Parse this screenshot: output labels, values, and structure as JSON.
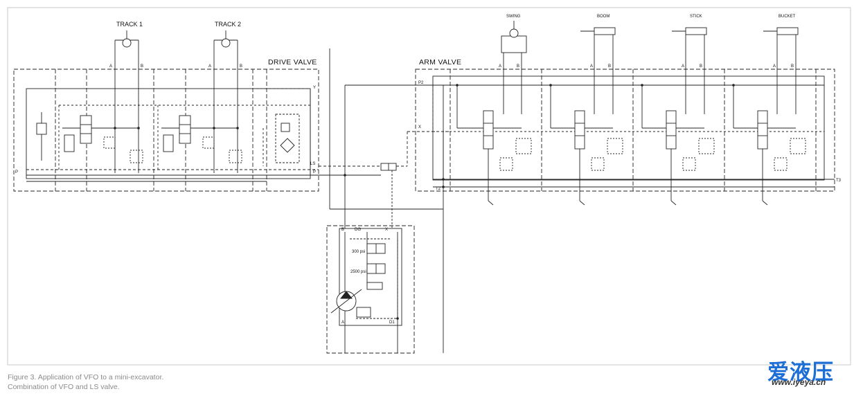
{
  "labels": {
    "track1": "TRACK 1",
    "track2": "TRACK 2",
    "drive_valve": "DRIVE VALVE",
    "arm_valve": "ARM VALVE",
    "swing": "SWING",
    "boom": "BOOM",
    "stick": "STICK",
    "bucket": "BUCKET",
    "port_a": "A",
    "port_b": "B",
    "port_p": "P",
    "port_y": "Y",
    "port_ls": "LS",
    "port_p2": "P2",
    "port_x": "X",
    "port_t2": "T2",
    "port_t3": "T3",
    "pump_b": "B",
    "pump_dg": "DG",
    "pump_x": "X",
    "pump_a": "A",
    "pump_d1": "D1",
    "psi_300": "300 psi",
    "psi_2500": "2500 psi"
  },
  "caption": {
    "line1": "Figure 3. Application of VFO to a mini-excavator.",
    "line2": "Combination of VFO and LS valve."
  },
  "watermark": {
    "chinese": "爱液压",
    "url": "www.iyeya.cn"
  }
}
